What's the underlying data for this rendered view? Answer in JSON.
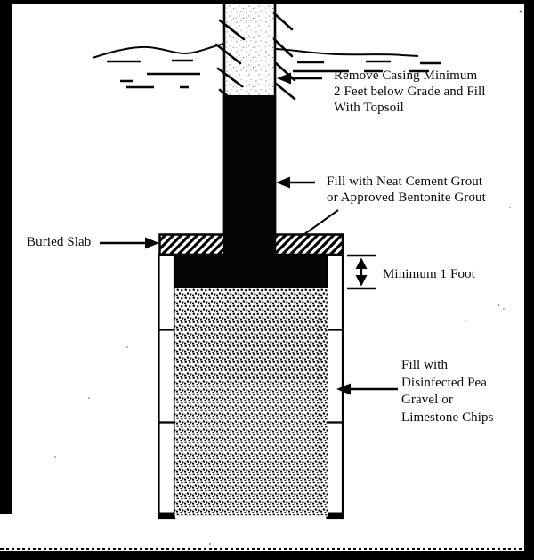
{
  "figure": {
    "title": "Well abandonment sealing detail (scanned figure)",
    "colors": {
      "ink": "#050505",
      "paper": "#ffffff"
    },
    "materials": {
      "topsoil_pattern": "light-speckle",
      "grout_fill": "solid-black",
      "slab_pattern": "diagonal-hatch",
      "gravel_pattern": "dense-stipple"
    },
    "callouts": {
      "remove_casing": {
        "text": "Remove Casing Minimum\n2 Feet below Grade and Fill\nWith Topsoil",
        "arrow": "left"
      },
      "grout_fill": {
        "text": "Fill with Neat Cement Grout\nor Approved Bentonite Grout",
        "arrow": "left",
        "leader": "diagonal-to-slab"
      },
      "buried_slab": {
        "text": "Buried Slab",
        "arrow": "right"
      },
      "minimum_one_foot": {
        "text": "Minimum 1 Foot",
        "arrow": "vertical-double"
      },
      "gravel_fill": {
        "text": "Fill with\nDisinfected Pea\nGravel or\nLimestone Chips",
        "arrow": "left"
      }
    }
  }
}
